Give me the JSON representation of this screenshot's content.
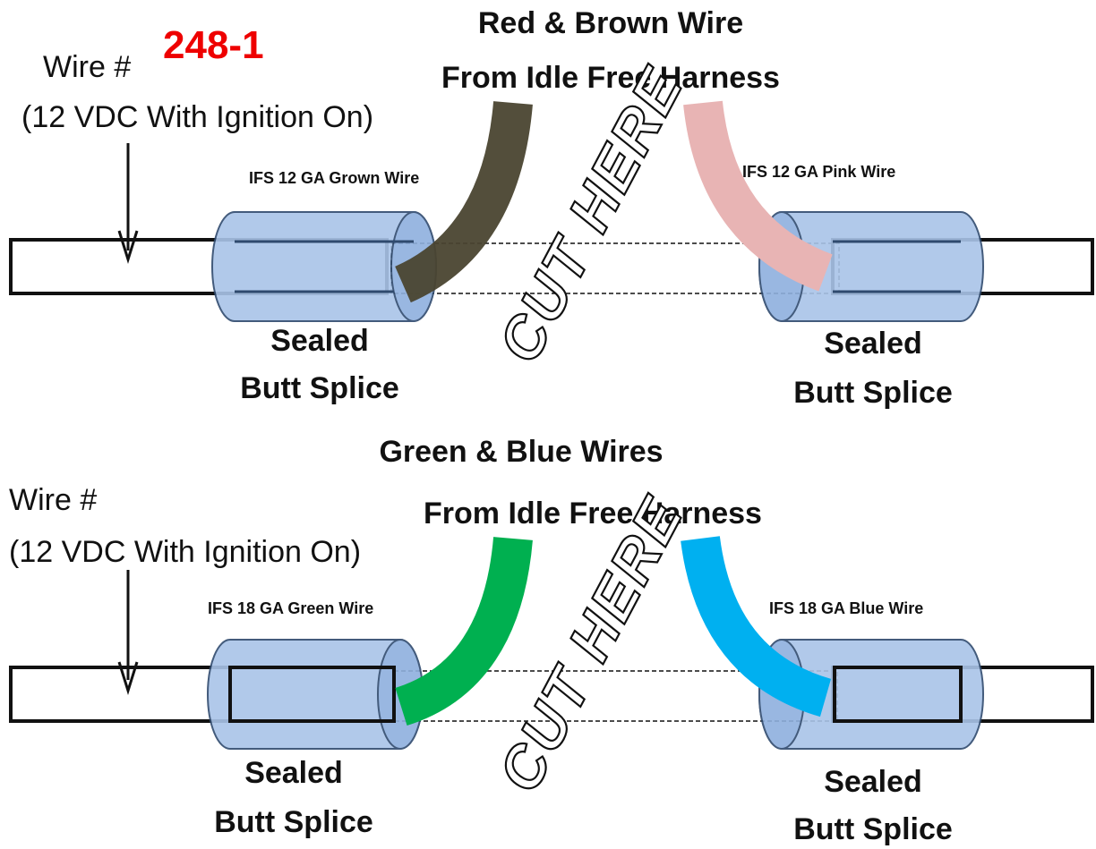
{
  "top": {
    "wire_label": "Wire #",
    "wire_number": "248-1",
    "voltage_note": "(12 VDC With Ignition On)",
    "heading_line1": "Red & Brown Wire",
    "heading_line2": "From Idle Free Harness",
    "left_wire_label": "IFS 12 GA Grown Wire",
    "right_wire_label": "IFS 12 GA Pink Wire",
    "cut_label": "CUT HERE",
    "left_splice_line1": "Sealed",
    "left_splice_line2": "Butt Splice",
    "right_splice_line1": "Sealed",
    "right_splice_line2": "Butt Splice",
    "left_wire_color": "#4a4530",
    "right_wire_color": "#e8b4b4"
  },
  "bottom": {
    "wire_label": "Wire #",
    "voltage_note": "(12 VDC With Ignition On)",
    "heading_line1": "Green & Blue Wires",
    "heading_line2": "From Idle Free Harness",
    "left_wire_label": "IFS 18 GA Green Wire",
    "right_wire_label": "IFS 18 GA Blue Wire",
    "cut_label": "CUT HERE",
    "left_splice_line1": "Sealed",
    "left_splice_line2": "Butt Splice",
    "right_splice_line1": "Sealed",
    "right_splice_line2": "Butt Splice",
    "left_wire_color": "#00b050",
    "right_wire_color": "#00b0f0"
  },
  "colors": {
    "splice_fill": "#a9c4e8",
    "splice_end": "#8fb0de",
    "splice_stroke": "#2f4a6e",
    "wire_number_color": "#ee0000"
  }
}
